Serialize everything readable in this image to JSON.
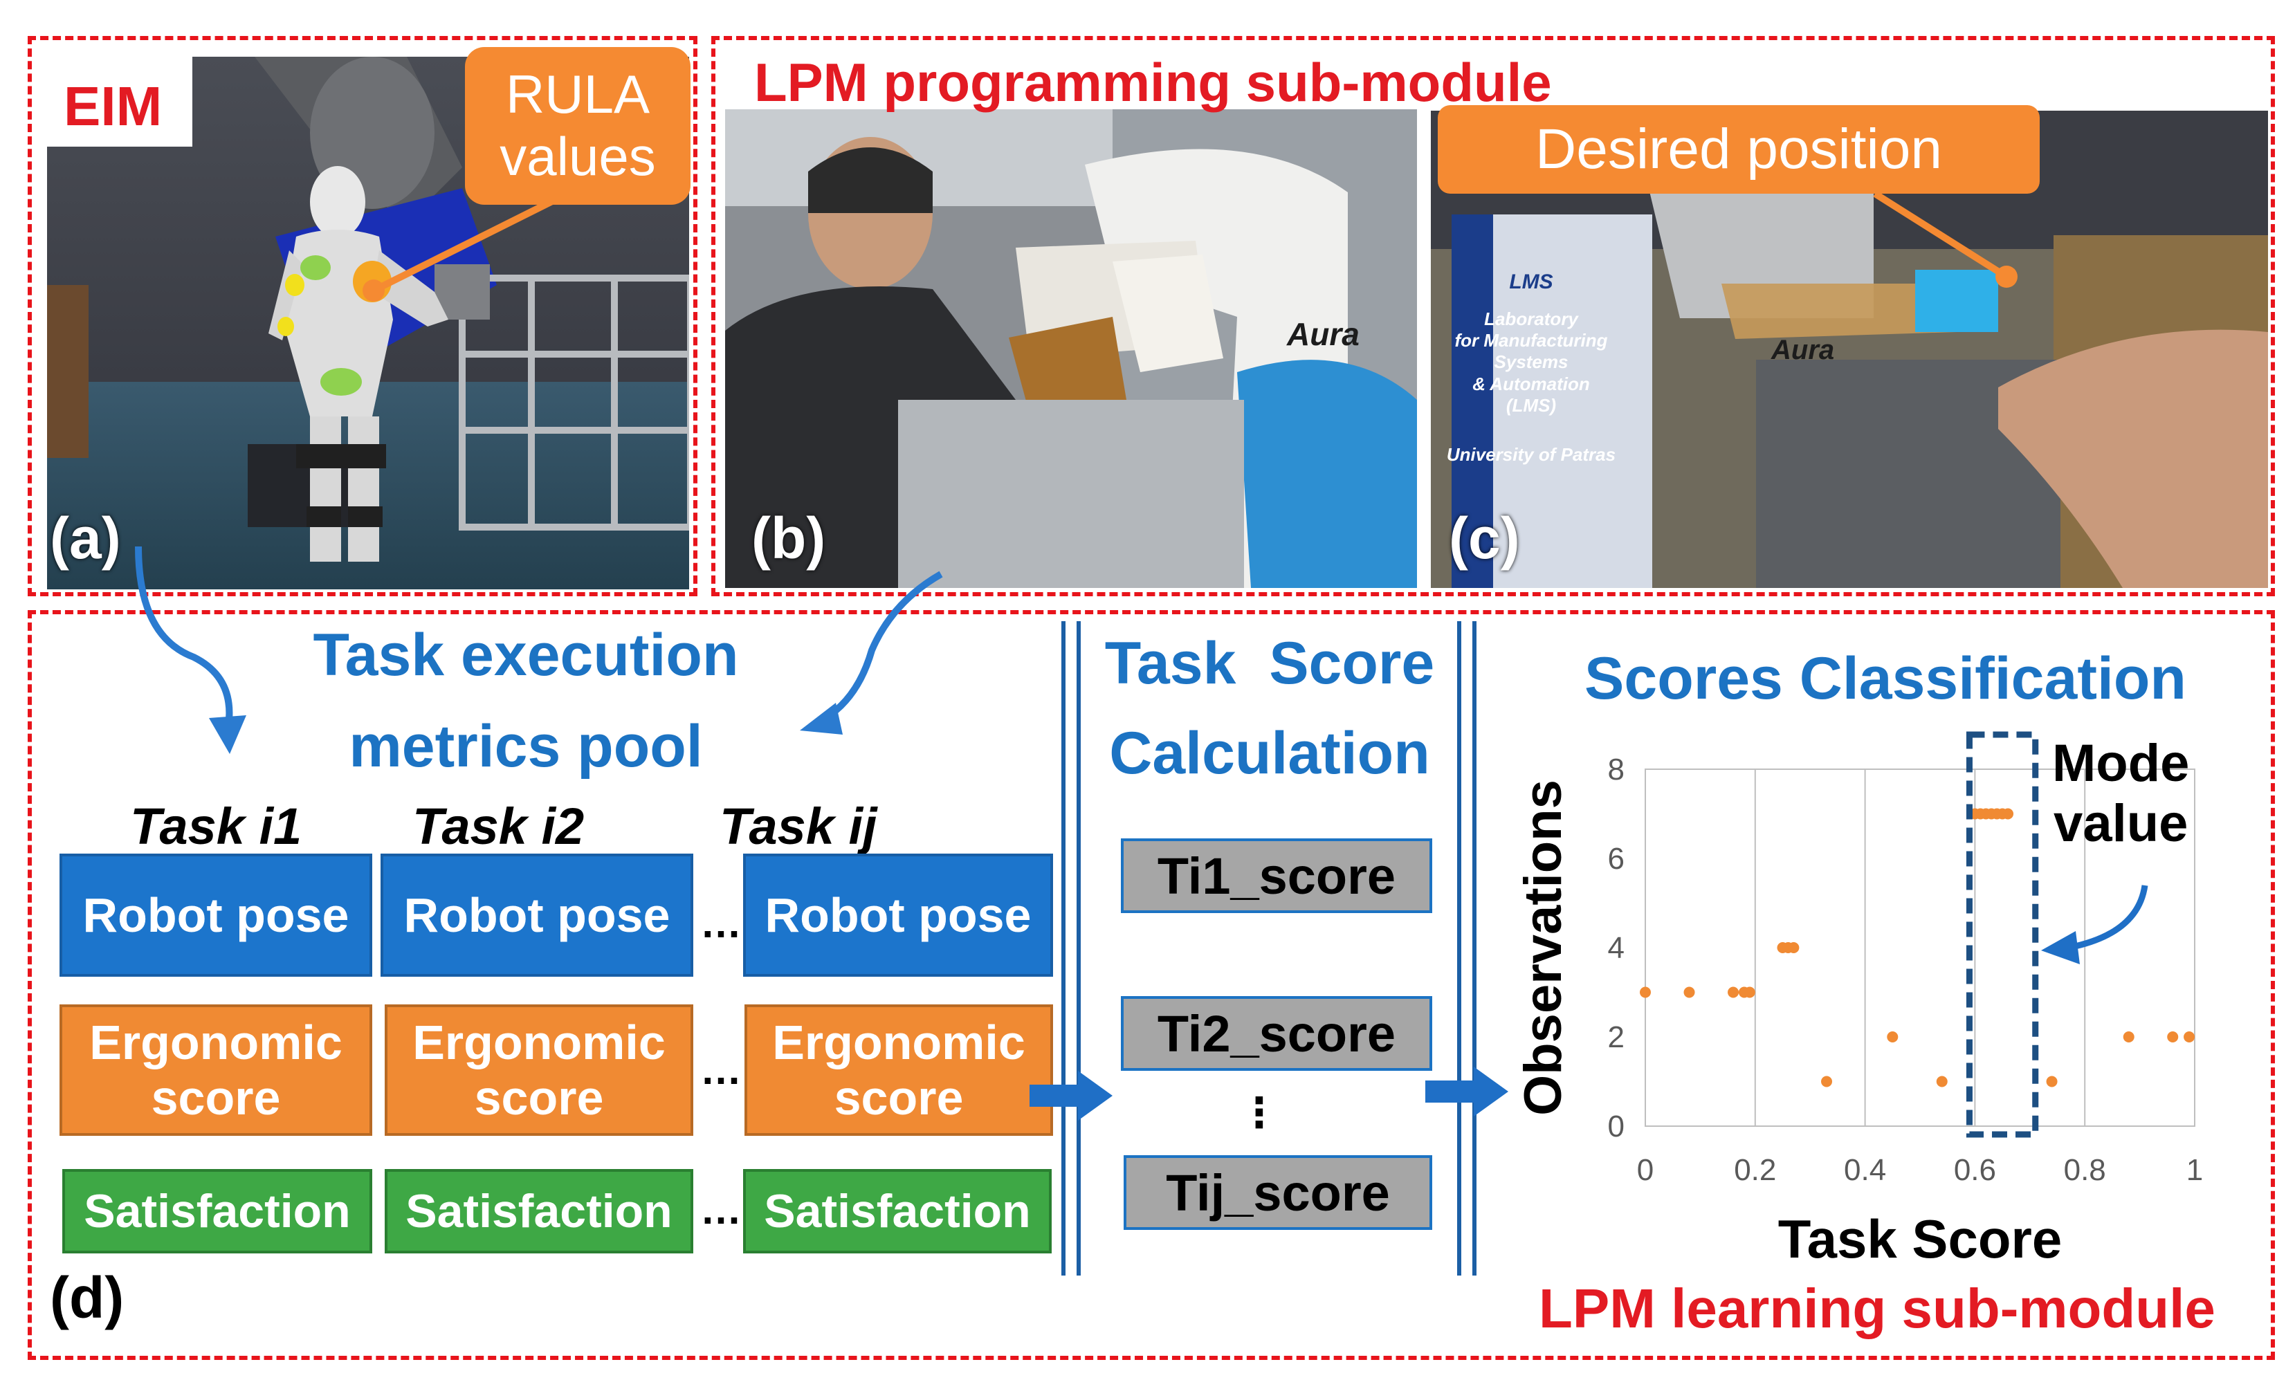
{
  "panels": {
    "eim_label": "EIM",
    "rula_callout": "RULA values",
    "programming_title": "LPM programming sub-module",
    "desired_callout": "Desired position",
    "tag_a": "(a)",
    "tag_b": "(b)",
    "tag_c": "(c)",
    "tag_d": "(d)",
    "photo_texts": {
      "aura_b": "Aura",
      "aura_c": "Aura",
      "lms": "LMS",
      "lms_lines": [
        "Laboratory",
        "for Manufacturing",
        "Systems",
        "& Automation",
        "(LMS)"
      ],
      "university": "University of Patras"
    }
  },
  "pool": {
    "title_line1": "Task execution",
    "title_line2": "metrics pool",
    "tasks": [
      {
        "header": "Task i1",
        "pose": "Robot pose",
        "ergo1": "Ergonomic",
        "ergo2": "score",
        "sat": "Satisfaction"
      },
      {
        "header": "Task i2",
        "pose": "Robot pose",
        "ergo1": "Ergonomic",
        "ergo2": "score",
        "sat": "Satisfaction"
      },
      {
        "header": "Task ij",
        "pose": "Robot pose",
        "ergo1": "Ergonomic",
        "ergo2": "score",
        "sat": "Satisfaction"
      }
    ],
    "ellipsis": "…"
  },
  "calc": {
    "title_line1": "Task  Score",
    "title_line2": "Calculation",
    "scores": [
      "Ti1_score",
      "Ti2_score",
      "Tij_score"
    ],
    "vdots": "⋮"
  },
  "classification": {
    "title": "Scores Classification",
    "mode_line1": "Mode",
    "mode_line2": "value",
    "learning_title": "LPM learning sub-module"
  },
  "colors": {
    "red": "#e31b23",
    "blue": "#1c73c3",
    "orange": "#f08a33",
    "green": "#3ea845",
    "gray": "#a6a6a6"
  },
  "chart_data": {
    "type": "scatter",
    "xlabel": "Task Score",
    "ylabel": "Observations",
    "xlim": [
      0,
      1
    ],
    "ylim": [
      0,
      8
    ],
    "xticks": [
      "0",
      "0.2",
      "0.4",
      "0.6",
      "0.8",
      "1"
    ],
    "yticks": [
      "0",
      "2",
      "4",
      "6",
      "8"
    ],
    "grid": "vertical",
    "marker_color": "#f08a33",
    "points": [
      [
        0.0,
        3
      ],
      [
        0.08,
        3
      ],
      [
        0.16,
        3
      ],
      [
        0.18,
        3
      ],
      [
        0.19,
        3
      ],
      [
        0.25,
        4
      ],
      [
        0.26,
        4
      ],
      [
        0.27,
        4
      ],
      [
        0.33,
        1
      ],
      [
        0.45,
        2
      ],
      [
        0.54,
        1
      ],
      [
        0.6,
        7
      ],
      [
        0.61,
        7
      ],
      [
        0.62,
        7
      ],
      [
        0.63,
        7
      ],
      [
        0.64,
        7
      ],
      [
        0.65,
        7
      ],
      [
        0.66,
        7
      ],
      [
        0.74,
        1
      ],
      [
        0.88,
        2
      ],
      [
        0.96,
        2
      ],
      [
        0.99,
        2
      ]
    ],
    "mode_range": [
      0.59,
      0.71
    ]
  }
}
